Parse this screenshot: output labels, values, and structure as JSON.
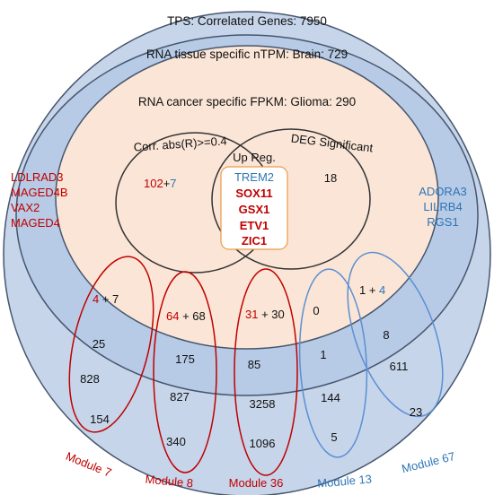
{
  "colors": {
    "outer_fill": "#c6d5ea",
    "mid_fill": "#b7cbe6",
    "inner_fill": "#fbe5d6",
    "ring_stroke": "#46566e",
    "red": "#c00000",
    "blue": "#2e75b6",
    "dark": "#111111",
    "orange_box": "#ed9a4b"
  },
  "labels": {
    "tps": "TPS: Correlated Genes: 7950",
    "rna_tissue": "RNA tissue specific nTPM: Brain: 729",
    "rna_cancer": "RNA cancer specific FPKM: Glioma: 290",
    "corr": "Corr. abs(R)>=0.4",
    "deg": "DEG Significant",
    "upreg": "Up Reg."
  },
  "left_genes": [
    "LDLRAD3",
    "MAGED4B",
    "VAX2",
    "MAGED4"
  ],
  "right_genes": [
    "ADORA3",
    "LILRB4",
    "RGS1"
  ],
  "center_genes": [
    {
      "name": "TREM2",
      "color": "blue",
      "bold": false
    },
    {
      "name": "SOX11",
      "color": "red",
      "bold": true
    },
    {
      "name": "GSX1",
      "color": "red",
      "bold": true
    },
    {
      "name": "ETV1",
      "color": "red",
      "bold": true
    },
    {
      "name": "ZIC1",
      "color": "red",
      "bold": true
    }
  ],
  "counts": {
    "corr_red": "102",
    "corr_plus": "+",
    "corr_blue": "7",
    "deg_only": "18",
    "m7_red": "4",
    "m7_rest": " + 7",
    "m7_ring2": "25",
    "m7_ring1": "828",
    "m7_out": "154",
    "m8_red": "64",
    "m8_rest": " + 68",
    "m8_ring2": "175",
    "m8_ring1": "827",
    "m8_out": "340",
    "m36_red": "31",
    "m36_rest": " + 30",
    "m36_ring2": "85",
    "m36_ring1": "3258",
    "m36_out": "1096",
    "m13_inner": "0",
    "m13_ring2": "1",
    "m13_ring1": "144",
    "m13_out": "5",
    "m67_inner_a": "1 + ",
    "m67_inner_b": "4",
    "m67_ring2": "8",
    "m67_ring1": "611",
    "m67_out": "23"
  },
  "modules": {
    "m7": "Module 7",
    "m8": "Module 8",
    "m36": "Module 36",
    "m13": "Module 13",
    "m67": "Module 67"
  }
}
